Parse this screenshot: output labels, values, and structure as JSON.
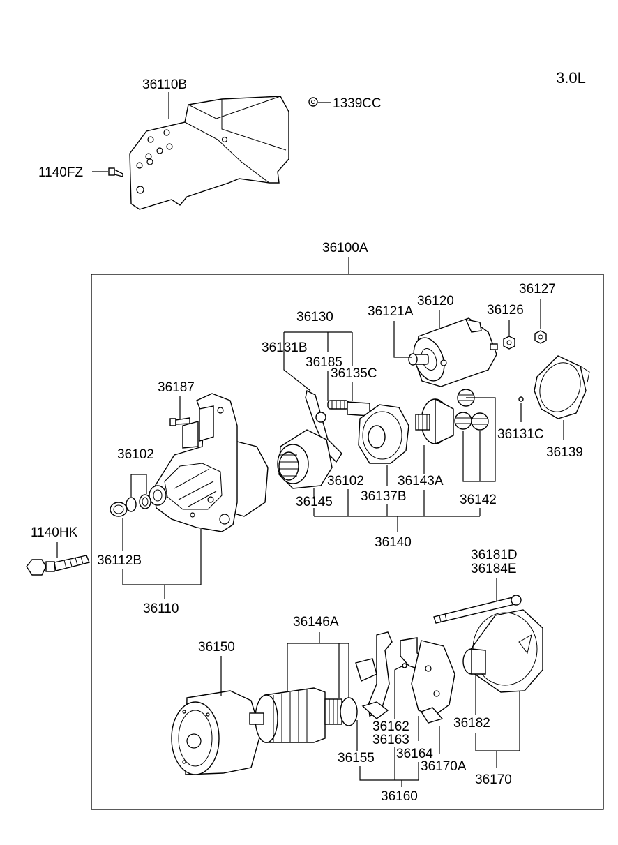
{
  "variant": "3.0L",
  "labels": {
    "heat_shield": "36110B",
    "nut_1339": "1339CC",
    "bolt_1140fz": "1140FZ",
    "assy": "36100A",
    "bolt_1140hk": "1140HK",
    "l36130": "36130",
    "l36131b": "36131B",
    "l36185": "36185",
    "l36135c": "36135C",
    "l36121a": "36121A",
    "l36120": "36120",
    "l36127": "36127",
    "l36126": "36126",
    "l36187": "36187",
    "l36102a": "36102",
    "l36102b": "36102",
    "l36131c": "36131C",
    "l36139": "36139",
    "l36143a": "36143A",
    "l36145": "36145",
    "l36137b": "36137B",
    "l36142": "36142",
    "l36140": "36140",
    "l36112b": "36112B",
    "l36110": "36110",
    "l36181d": "36181D",
    "l36184e": "36184E",
    "l36146a": "36146A",
    "l36150": "36150",
    "l36162": "36162",
    "l36163": "36163",
    "l36164": "36164",
    "l36155": "36155",
    "l36170a": "36170A",
    "l36182": "36182",
    "l36170": "36170",
    "l36160": "36160"
  }
}
